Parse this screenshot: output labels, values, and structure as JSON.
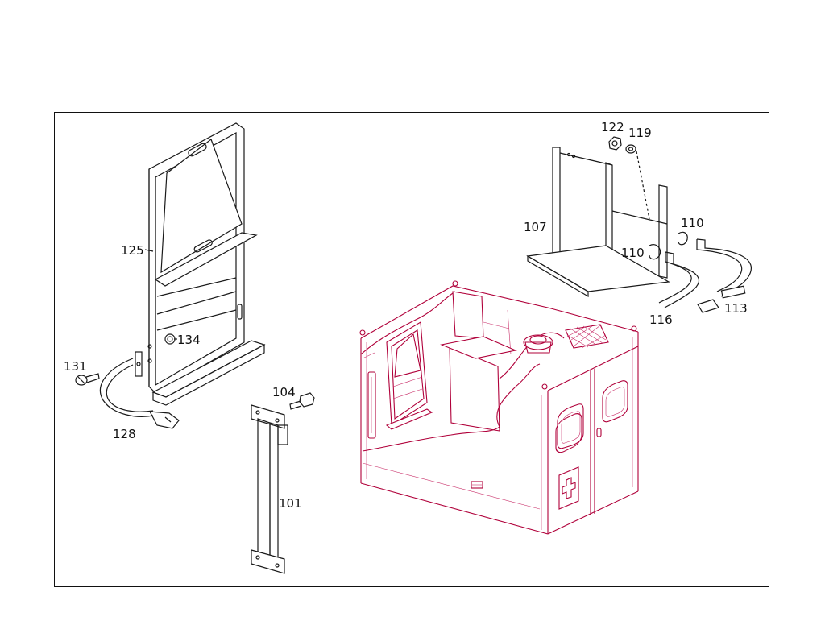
{
  "diagram": {
    "callouts": {
      "c122": "122",
      "c119": "119",
      "c107": "107",
      "c110a": "110",
      "c110b": "110",
      "c113": "113",
      "c116": "116",
      "c125": "125",
      "c134": "134",
      "c131": "131",
      "c128": "128",
      "c104": "104",
      "c101": "101"
    },
    "colors": {
      "line": "#1a1a1a",
      "part_outline": "#b0003a",
      "background": "#ffffff"
    }
  }
}
